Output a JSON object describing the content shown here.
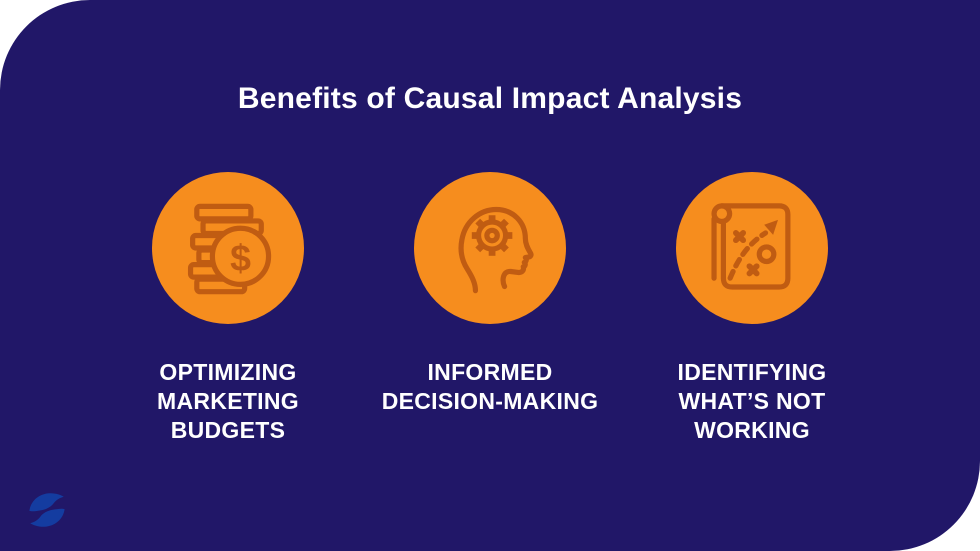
{
  "title": "Benefits of Causal Impact Analysis",
  "colors": {
    "page_bg": "#ffffff",
    "card_bg": "#211768",
    "circle_bg": "#F68D1E",
    "icon_stroke": "#C05C12",
    "title_text": "#ffffff",
    "label_text": "#ffffff",
    "logo_blue": "#143CA0"
  },
  "benefits": [
    {
      "icon": "coins-dollar-icon",
      "label": "OPTIMIZING\nMARKETING\nBUDGETS"
    },
    {
      "icon": "head-gear-icon",
      "label": "INFORMED\nDECISION-MAKING"
    },
    {
      "icon": "strategy-plan-icon",
      "label": "IDENTIFYING\nWHAT’S NOT\nWORKING"
    }
  ],
  "icons": {
    "dollar_sign": "$"
  },
  "logo": {
    "name": "s-swoosh-logo"
  }
}
